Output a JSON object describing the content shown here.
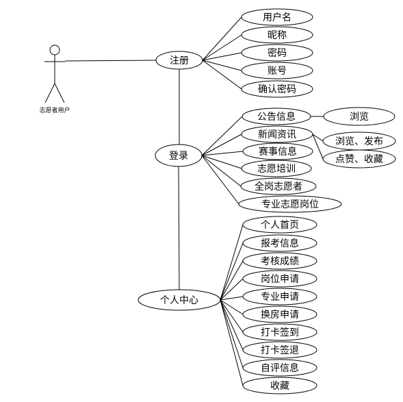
{
  "actor": {
    "label": "志愿者用户"
  },
  "hubs": {
    "register": "注册",
    "login": "登录",
    "personal": "个人中心"
  },
  "register_items": [
    "用户名",
    "昵称",
    "密码",
    "账号",
    "确认密码"
  ],
  "login_items": [
    "公告信息",
    "新闻资讯",
    "赛事信息",
    "志愿培训",
    "全岗志愿者",
    "专业志愿岗位"
  ],
  "announce_sub": [
    "浏览"
  ],
  "news_sub": [
    "浏览、发布",
    "点赞、收藏"
  ],
  "personal_items": [
    "个人首页",
    "报考信息",
    "考核成绩",
    "岗位申请",
    "专业申请",
    "换房申请",
    "打卡签到",
    "打卡签退",
    "自评信息",
    "收藏"
  ]
}
